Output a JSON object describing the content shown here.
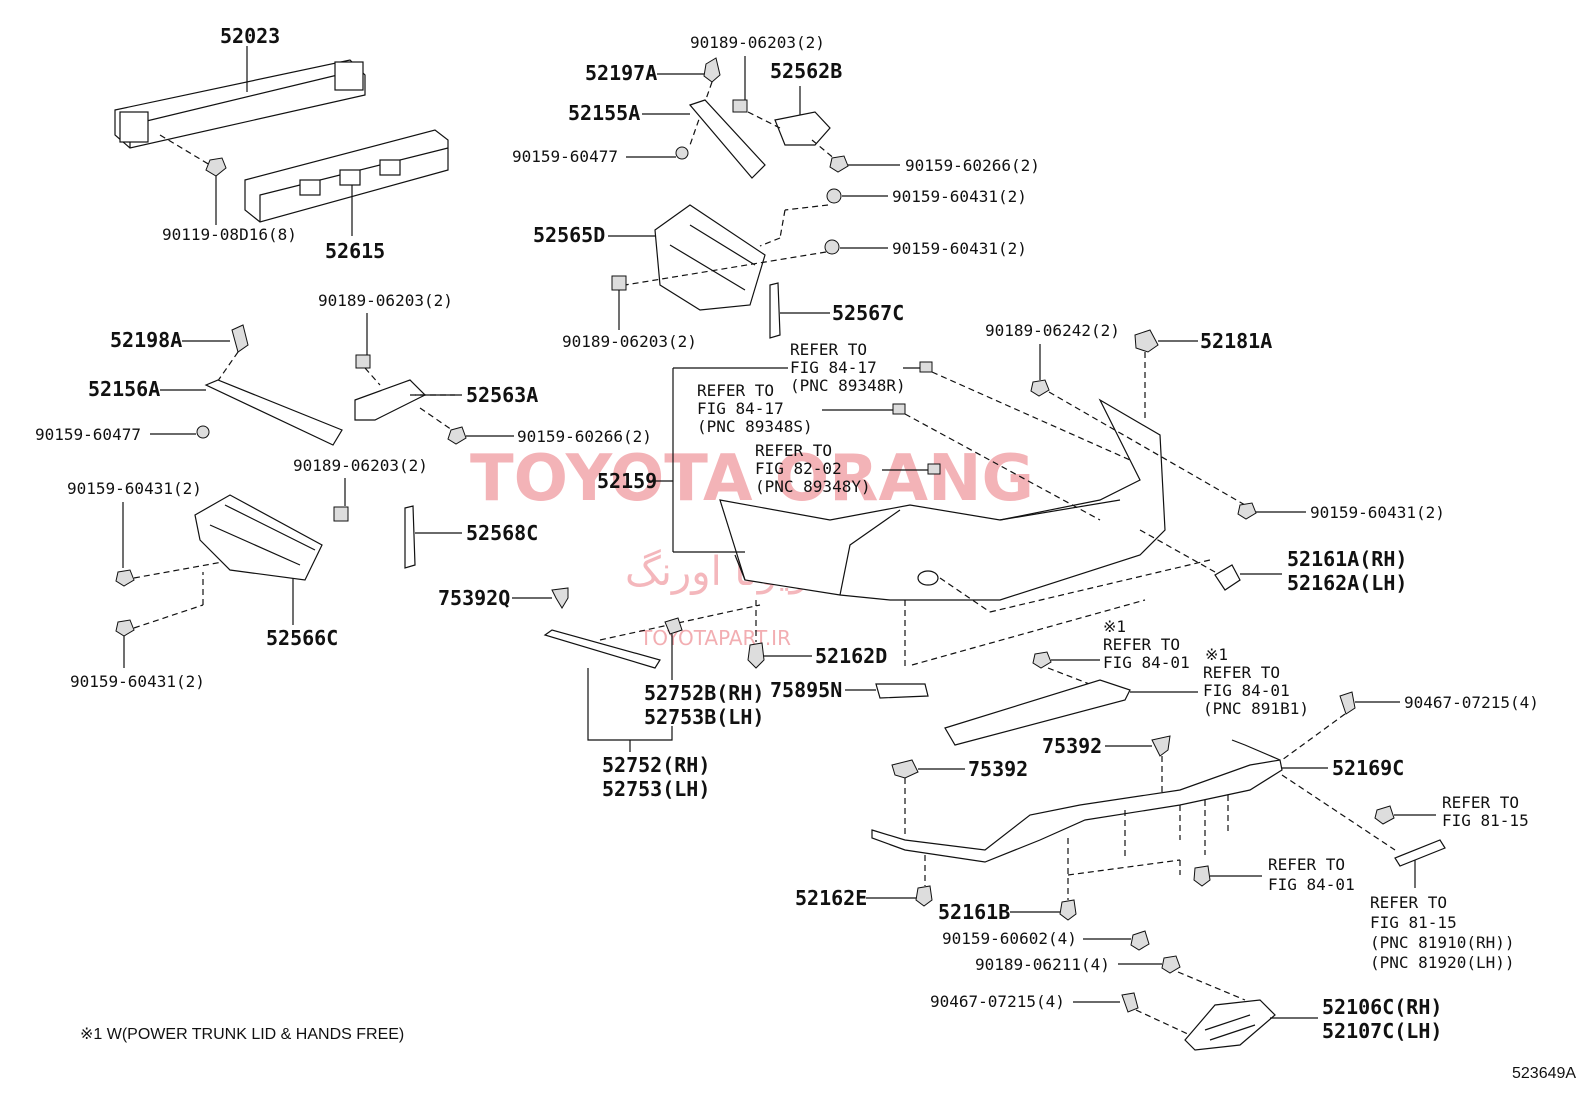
{
  "diagram": {
    "figure_id": "523649A",
    "footnote": "※1 W(POWER TRUNK LID & HANDS FREE)",
    "watermark": {
      "main": "TOYOTA ORANG",
      "persian": "تویوتا اورنگ",
      "url": "TOYOTAPART.IR"
    },
    "labels": {
      "l52023": "52023",
      "l52615": "52615",
      "l90119": "90119-08D16(8)",
      "l90189a": "90189-06203(2)",
      "l52197A": "52197A",
      "l52562B": "52562B",
      "l52155A": "52155A",
      "l90159_477a": "90159-60477",
      "l90159_266a": "90159-60266(2)",
      "l90159_431a": "90159-60431(2)",
      "l52565D": "52565D",
      "l90159_431b": "90159-60431(2)",
      "l90189b": "90189-06203(2)",
      "l52567C": "52567C",
      "l90189c": "90189-06203(2)",
      "l52198A": "52198A",
      "l52156A": "52156A",
      "l52563A": "52563A",
      "l90159_477b": "90159-60477",
      "l90159_266b": "90159-60266(2)",
      "l90189d": "90189-06203(2)",
      "l90159_431c": "90159-60431(2)",
      "l52568C": "52568C",
      "l52566C": "52566C",
      "l90159_431d": "90159-60431(2)",
      "l75392Q": "75392Q",
      "l52159": "52159",
      "ref1a": "REFER TO",
      "ref1b": "FIG 84-17",
      "ref1c": "(PNC 89348R)",
      "ref2a": "REFER TO",
      "ref2b": "FIG 84-17",
      "ref2c": "(PNC 89348S)",
      "ref3a": "REFER TO",
      "ref3b": "FIG 82-02",
      "ref3c": "(PNC 89348Y)",
      "l90189e": "90189-06242(2)",
      "l52181A": "52181A",
      "l90159_431e": "90159-60431(2)",
      "l52161A": "52161A(RH)",
      "l52162A": "52162A(LH)",
      "l52162D": "52162D",
      "l75895N": "75895N",
      "l52752B": "52752B(RH)",
      "l52753B": "52753B(LH)",
      "l52752": "52752(RH)",
      "l52753": "52753(LH)",
      "ref4mark": "※1",
      "ref4a": "REFER TO",
      "ref4b": "FIG 84-01",
      "ref5mark": "※1",
      "ref5a": "REFER TO",
      "ref5b": "FIG 84-01",
      "ref5c": "(PNC 891B1)",
      "l90467a": "90467-07215(4)",
      "l75392a": "75392",
      "l75392b": "75392",
      "l52169C": "52169C",
      "ref6a": "REFER TO",
      "ref6b": "FIG 81-15",
      "ref7a": "REFER TO",
      "ref7b": "FIG 84-01",
      "ref8a": "REFER TO",
      "ref8b": "FIG 81-15",
      "ref8c": "(PNC 81910(RH))",
      "ref8d": "(PNC 81920(LH))",
      "l52162E": "52162E",
      "l52161B": "52161B",
      "l90159_602": "90159-60602(4)",
      "l90189f": "90189-06211(4)",
      "l90467b": "90467-07215(4)",
      "l52106C": "52106C(RH)",
      "l52107C": "52107C(LH)"
    }
  }
}
